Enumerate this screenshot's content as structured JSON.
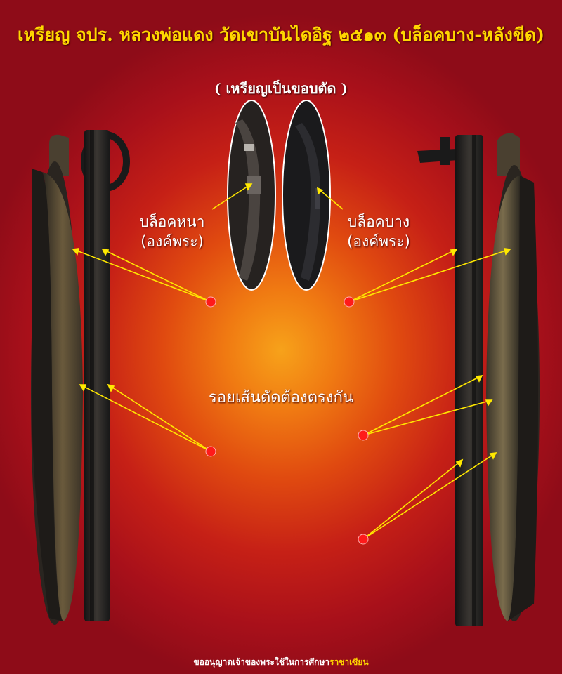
{
  "header": {
    "title": "เหรียญ จปร. หลวงพ่อแดง วัดเขาบันไดอิฐ ๒๕๑๓ (บล็อคบาง-หลังขีด)",
    "subtitle": "( เหรียญเป็นขอบตัด )"
  },
  "annotations": {
    "left_label_line1": "บล็อคหนา",
    "left_label_line2": "(องค์พระ)",
    "right_label_line1": "บล็อคบาง",
    "right_label_line2": "(องค์พระ)",
    "center_label": "รอยเส้นตัดต้องตรงกัน"
  },
  "footer": {
    "text": "ขออนุญาตเจ้าของพระใช้ในการศึกษา",
    "accent": "ราชาเซียน"
  },
  "colors": {
    "title": "#ffd700",
    "marker": "#ff1a1a",
    "arrow": "#ffe800",
    "coin_rim": "#5a4a30",
    "coin_dark": "#2a2622"
  }
}
